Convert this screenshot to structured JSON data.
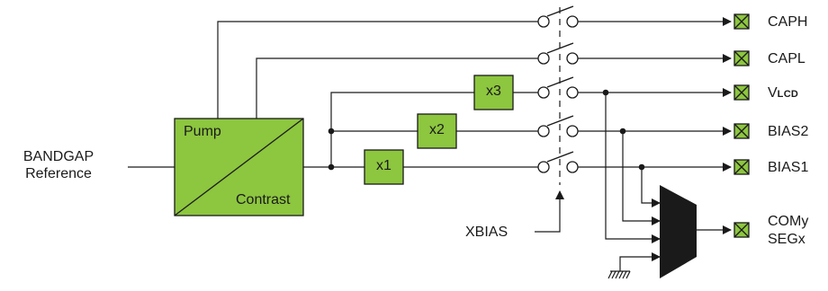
{
  "input": {
    "line1": "BANDGAP",
    "line2": "Reference"
  },
  "block": {
    "pump": "Pump",
    "contrast": "Contrast"
  },
  "multipliers": {
    "x1": "x1",
    "x2": "x2",
    "x3": "x3"
  },
  "control": "XBIAS",
  "outputs": {
    "caph": "CAPH",
    "capl": "CAPL",
    "vlcd_main": "V",
    "vlcd_sub": "LCD",
    "bias2": "BIAS2",
    "bias1": "BIAS1",
    "com": "COMy",
    "seg": "SEGx"
  },
  "colors": {
    "fill": "#8DC63F",
    "stroke": "#1a1a1a"
  }
}
